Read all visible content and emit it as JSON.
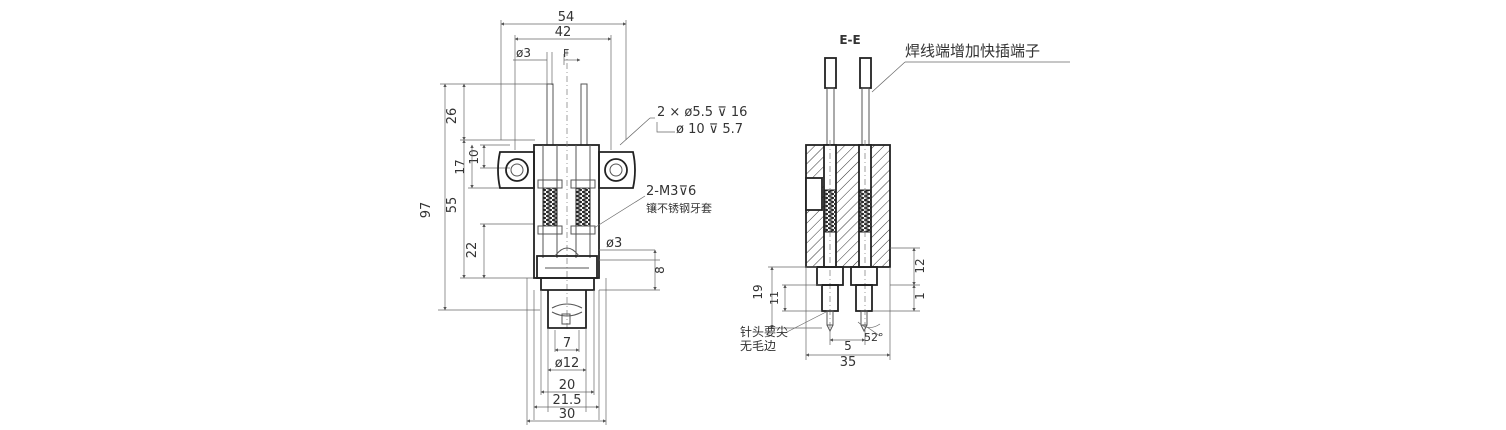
{
  "front_view": {
    "dims": {
      "w54": "54",
      "w42": "42",
      "phi3_top": "ø3",
      "f_mark": "F",
      "h26": "26",
      "h10": "10",
      "h17": "17",
      "h97": "97",
      "h55": "55",
      "h22": "22",
      "h8": "8",
      "phi3_side": "ø3",
      "w7": "7",
      "phi12": "ø12",
      "w20": "20",
      "w21_5": "21.5",
      "w30": "30"
    },
    "notes": {
      "hole_line1": "2 × ø5.5 ⊽ 16",
      "hole_line2": "ø 10 ⊽ 5.7",
      "thread_line1": "2-M3⊽6",
      "thread_line2": "镶不锈钢牙套"
    }
  },
  "section_view": {
    "label": "E-E",
    "note_terminal": "焊线端增加快插端子",
    "note_pin_line1": "针头要尖",
    "note_pin_line2": "无毛边",
    "dims": {
      "h12": "12",
      "h19": "19",
      "h11": "11",
      "h1": "1",
      "w5": "5",
      "w35": "35",
      "angle": "52°"
    }
  }
}
